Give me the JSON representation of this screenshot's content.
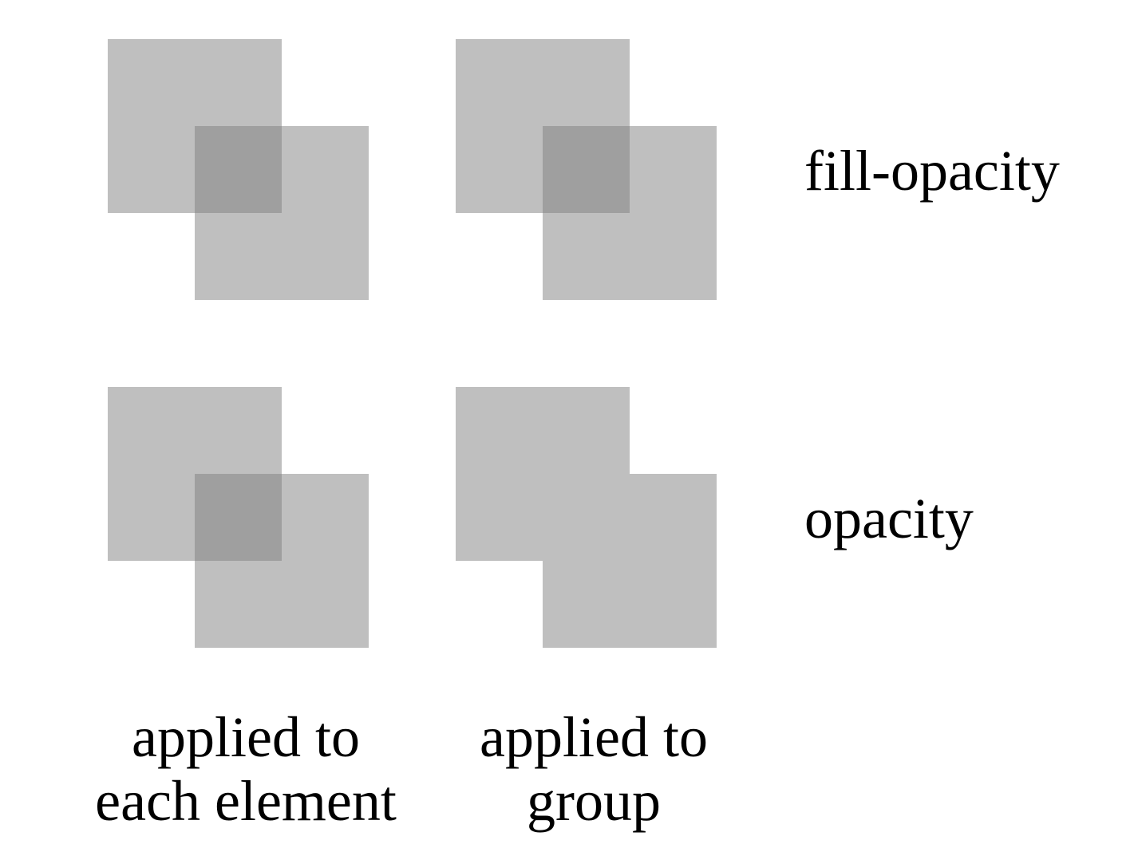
{
  "row_labels": {
    "fill_opacity": "fill-opacity",
    "opacity": "opacity"
  },
  "column_labels": {
    "each_element": {
      "line1": "applied to",
      "line2": "each element"
    },
    "group": {
      "line1": "applied to",
      "line2": "group"
    }
  },
  "colors": {
    "square_fill": "#808080",
    "background": "#ffffff",
    "text": "#000000"
  },
  "alpha": 0.5
}
